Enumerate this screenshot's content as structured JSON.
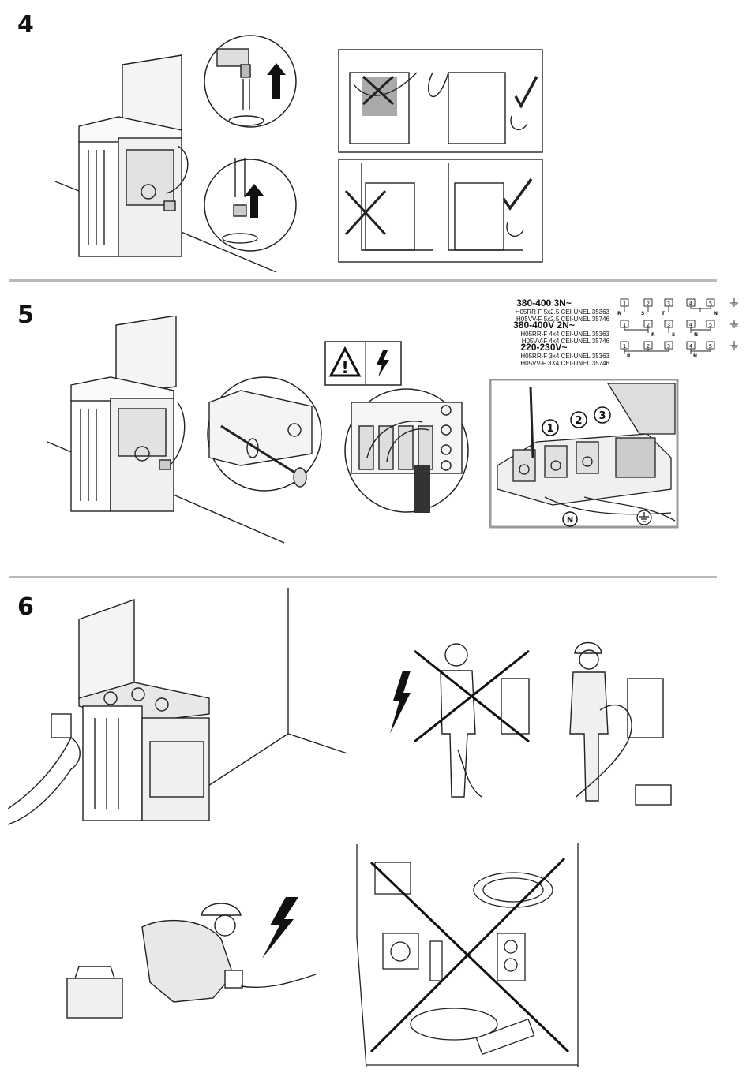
{
  "steps": {
    "s4": "4",
    "s5": "5",
    "s6": "6"
  },
  "wiring": {
    "blocks": [
      {
        "header": "380-400 3N~",
        "cables": [
          "H05RR-F 5x2.5 CEI-UNEL 35363",
          "H05VV-F 5x2.5 CEI-UNEL 35746"
        ]
      },
      {
        "header": "380-400V 2N~",
        "cables": [
          "H05RR-F 4x4 CEI-UNEL 35363",
          "H05VV-F 4x4 CEI-UNEL 35746"
        ]
      },
      {
        "header": "220-230V~",
        "cables": [
          "H05RR-F 3x4 CEI-UNEL 35363",
          "H05VV-F 3X4 CEI-UNEL 35746"
        ]
      }
    ],
    "terminals": [
      "1",
      "2",
      "3",
      "4",
      "5"
    ],
    "row1_phases": [
      "R",
      "S",
      "T",
      "N"
    ],
    "row2_phases": [
      "R",
      "S",
      "N"
    ],
    "row3_phases": [
      "R",
      "N"
    ],
    "callouts": [
      "1",
      "2",
      "3"
    ],
    "neutral_label": "N"
  }
}
